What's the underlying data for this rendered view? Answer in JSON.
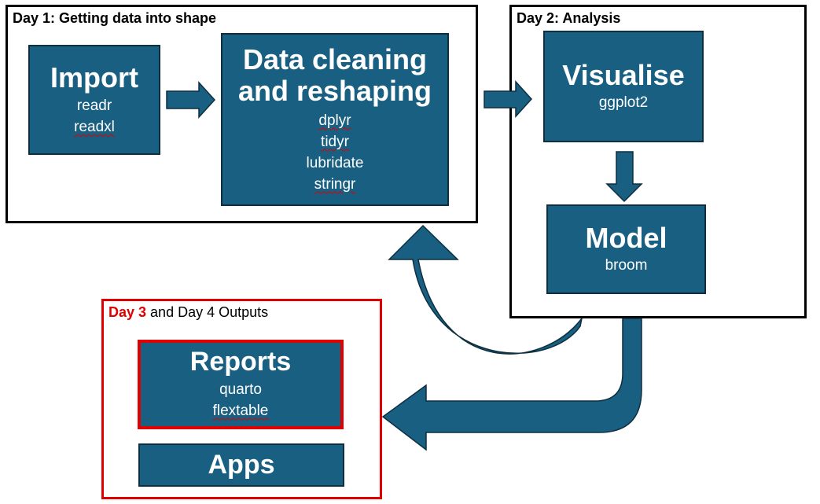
{
  "day1": {
    "label": "Day 1: Getting data into shape",
    "import_box": {
      "title": "Import",
      "packages": [
        "readr",
        "readxl"
      ]
    },
    "cleaning_box": {
      "title_line1": "Data cleaning",
      "title_line2": "and reshaping",
      "packages": [
        "dplyr",
        "tidyr",
        "lubridate",
        "stringr"
      ]
    }
  },
  "day2": {
    "label": "Day 2: Analysis",
    "visualise_box": {
      "title": "Visualise",
      "packages": [
        "ggplot2"
      ]
    },
    "model_box": {
      "title": "Model",
      "packages": [
        "broom"
      ]
    }
  },
  "outputs": {
    "label_highlight": "Day 3",
    "label_rest": " and Day 4 Outputs",
    "reports_box": {
      "title": "Reports",
      "packages": [
        "quarto",
        "flextable"
      ]
    },
    "apps_box": {
      "title": "Apps"
    }
  },
  "colors": {
    "box_fill": "#185f82",
    "box_border": "#0d2f40",
    "arrow": "#185f82",
    "highlight_red": "#e00000"
  }
}
